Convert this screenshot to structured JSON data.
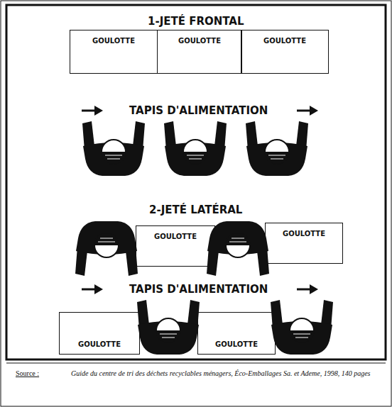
{
  "diagram": {
    "caption": "Guide du centre de tri des déchets recyclables ménagers, Éco-Emballages Sa. et Ademe, 1998, 140 pages",
    "nodes": [
      {
        "text": [
          "GOULOTTE"
        ]
      },
      {
        "text": [
          "GOULOTTE"
        ]
      },
      {
        "text": [
          "GOULOTTE"
        ]
      },
      {
        "text": [
          "GOULOTTE"
        ]
      },
      {
        "text": [
          "GOULOTTE"
        ]
      },
      {
        "text": [
          "GOULOTTE"
        ]
      },
      {
        "text": [
          "GOULOTTE"
        ]
      }
    ],
    "labels": [
      "1-JETÉ FRONTAL",
      "TAPIS D'ALIMENTATION",
      "2-JETÉ LATÉRAL",
      "TAPIS D'ALIMENTATION",
      "Source :"
    ]
  }
}
